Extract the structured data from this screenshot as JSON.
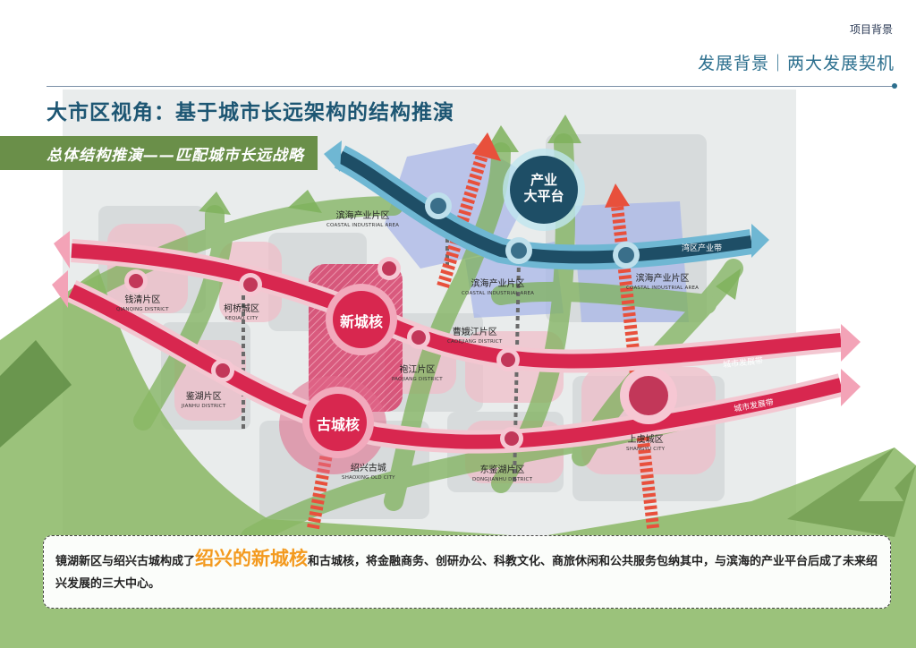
{
  "header": {
    "section_label": "项目背景",
    "subtitle": "发展背景｜两大发展契机"
  },
  "main_heading": "大市区视角：基于城市长远架构的结构推演",
  "sub_banner": "总体结构推演——匹配城市长远战略",
  "cores": {
    "industry_platform": "产业\n大平台",
    "new_city_core": "新城核",
    "old_city_core": "古城核"
  },
  "districts": [
    {
      "zh": "滨海产业片区",
      "en": "COASTAL INDUSTRIAL AREA"
    },
    {
      "zh": "滨海产业片区",
      "en": "COASTAL INDUSTRIAL AREA"
    },
    {
      "zh": "滨海产业片区",
      "en": "COASTAL INDUSTRIAL AREA"
    },
    {
      "zh": "钱清片区",
      "en": "QIANQING DISTRICT"
    },
    {
      "zh": "柯桥城区",
      "en": "KEQIAO CITY"
    },
    {
      "zh": "曹娥江片区",
      "en": "CAOEJIANG DISTRICT"
    },
    {
      "zh": "袍江片区",
      "en": "PAOJIANG DISTRICT"
    },
    {
      "zh": "鉴湖片区",
      "en": "JIANHU DISTRICT"
    },
    {
      "zh": "绍兴古城",
      "en": "SHAOXING OLD CITY"
    },
    {
      "zh": "东鉴湖片区",
      "en": "DONGJIANHU DISTRICT"
    },
    {
      "zh": "上虞城区",
      "en": "SHANGYU CITY"
    }
  ],
  "bands": {
    "bay_industry": "湾区产业带",
    "city_dev_1": "城市发展带",
    "city_dev_2": "城市发展带"
  },
  "description": {
    "part1": "镜湖新区与绍兴古城构成了",
    "highlight": "绍兴的新城核",
    "part2": "和古城核，将金融商务、创研办公、科教文化、商旅休闲和公共服务包纳其中，与滨海的产业平台后成了未来绍兴发展的三大中心。"
  },
  "colors": {
    "accent_blue": "#1d5673",
    "band_green": "#6a8f49",
    "city_band_red": "#d8274f",
    "industry_band_blue": "#1e4e66",
    "highlight_orange": "#f39a1f"
  }
}
